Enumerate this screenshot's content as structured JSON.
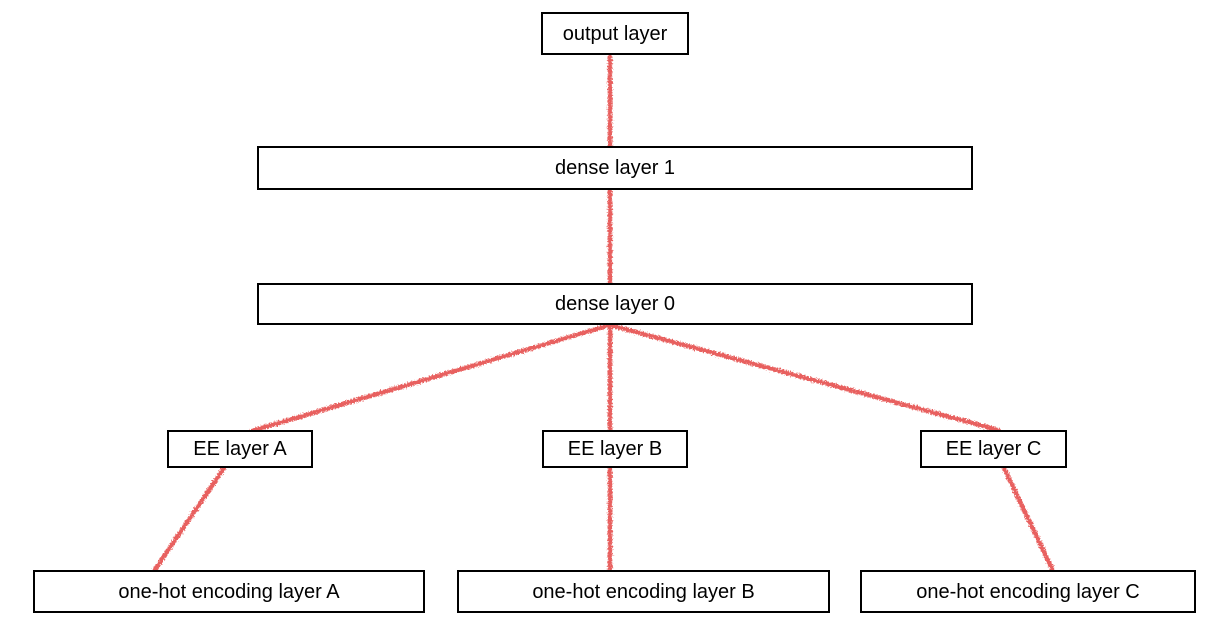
{
  "diagram": {
    "type": "neural-network-architecture",
    "background_color": "#ffffff",
    "box_border_color": "#000000",
    "box_fill_color": "#ffffff",
    "text_color": "#000000",
    "connector_color": "#e8615e",
    "nodes": [
      {
        "id": "output-layer",
        "label": "output layer"
      },
      {
        "id": "dense-layer-1",
        "label": "dense layer 1"
      },
      {
        "id": "dense-layer-0",
        "label": "dense layer 0"
      },
      {
        "id": "ee-layer-a",
        "label": "EE layer A"
      },
      {
        "id": "ee-layer-b",
        "label": "EE layer B"
      },
      {
        "id": "ee-layer-c",
        "label": "EE layer C"
      },
      {
        "id": "one-hot-a",
        "label": "one-hot encoding layer A"
      },
      {
        "id": "one-hot-b",
        "label": "one-hot encoding layer B"
      },
      {
        "id": "one-hot-c",
        "label": "one-hot encoding layer C"
      }
    ],
    "edges": [
      {
        "from": "output-layer",
        "to": "dense-layer-1"
      },
      {
        "from": "dense-layer-1",
        "to": "dense-layer-0"
      },
      {
        "from": "dense-layer-0",
        "to": "ee-layer-a"
      },
      {
        "from": "dense-layer-0",
        "to": "ee-layer-b"
      },
      {
        "from": "dense-layer-0",
        "to": "ee-layer-c"
      },
      {
        "from": "ee-layer-a",
        "to": "one-hot-a"
      },
      {
        "from": "ee-layer-b",
        "to": "one-hot-b"
      },
      {
        "from": "ee-layer-c",
        "to": "one-hot-c"
      }
    ]
  }
}
